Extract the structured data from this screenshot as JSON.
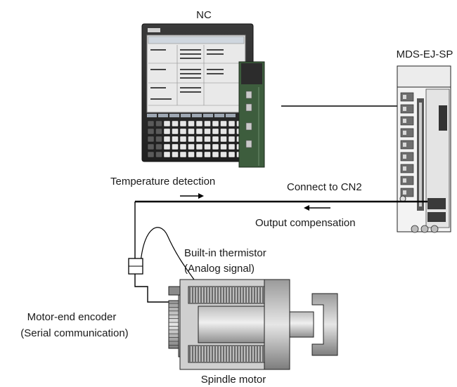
{
  "labels": {
    "nc": "NC",
    "drive": "MDS-EJ-SP",
    "temperature_detection": "Temperature detection",
    "connect_cn2": "Connect to CN2",
    "output_compensation": "Output compensation",
    "thermistor_line1": "Built-in thermistor",
    "thermistor_line2": "(Analog signal)",
    "encoder_line1": "Motor-end encoder",
    "encoder_line2": "(Serial communication)",
    "spindle_motor": "Spindle motor"
  },
  "colors": {
    "line": "#000000",
    "metal_light": "#d9d9d9",
    "metal_mid": "#a6a6a6",
    "metal_dark": "#6b6b6b",
    "panel_dark": "#2b2b2b",
    "screen": "#e8e8e8",
    "drive_body": "#f2f2f2"
  }
}
